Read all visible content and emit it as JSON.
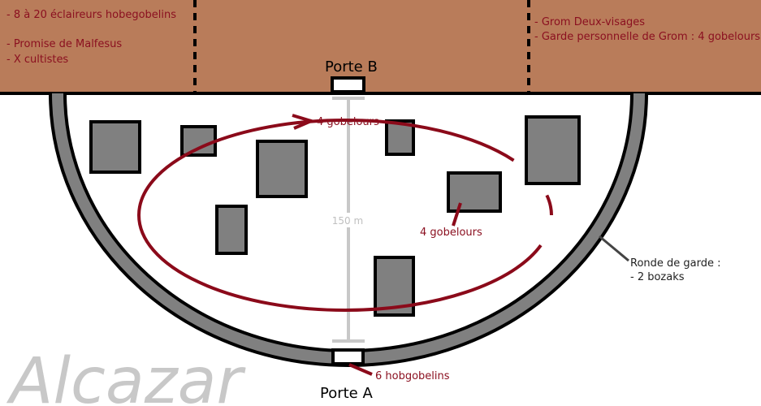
{
  "title": "Alcazar",
  "top_left_notes": [
    "-  8 à 20 éclaireurs hobegobelins",
    "- Promise de Malfesus",
    "- X cultistes"
  ],
  "top_right_notes": [
    "- Grom Deux-visages",
    "- Garde personnelle de Grom : 4 gobelours"
  ],
  "gate_b": "Porte B",
  "gate_a": "Porte A",
  "patrol_top": "4 gobelours",
  "group_right": "4 gobelours",
  "gate_a_guard": "6 hobgobelins",
  "scale": "150 m",
  "watch": [
    "Ronde de garde :",
    "- 2 bozaks"
  ],
  "colors": {
    "ground": "#b97c5a",
    "accent": "#8b0a1a",
    "wall": "#808080"
  }
}
